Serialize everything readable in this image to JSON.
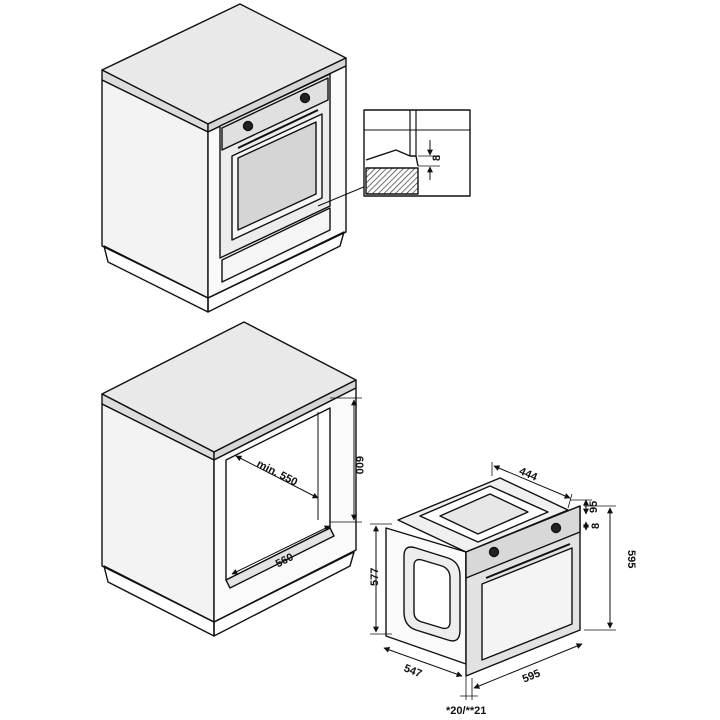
{
  "labels": {
    "gap_8_detail": "8",
    "min_depth": "min. 550",
    "height_600": "600",
    "width_560": "560",
    "oven_depth_444": "444",
    "dim_95": "95",
    "dim_8": "8",
    "oven_height_595": "595",
    "dim_577": "577",
    "oven_depth_547": "547",
    "oven_width_595": "595",
    "footnote_20_21": "*20/**21"
  },
  "colors": {
    "line": "#111111",
    "counter_top": "#e6e6e6",
    "cabinet_front": "#f4f4f4",
    "oven_frame": "#c8c8c8",
    "oven_glass": "#f2f2f2",
    "hatch_fill": "#9a9a9a"
  }
}
